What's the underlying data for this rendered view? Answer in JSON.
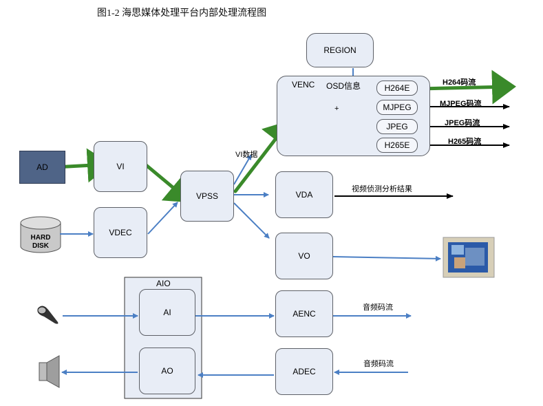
{
  "title": "图1-2  海思媒体处理平台内部处理流程图",
  "blocks": {
    "ad": "AD",
    "vi": "VI",
    "vdec": "VDEC",
    "hard_disk": "HARD\nDISK",
    "vpss": "VPSS",
    "region": "REGION",
    "venc": "VENC",
    "osd": "OSD信息",
    "plus": "+",
    "h264e": "H264E",
    "mjpeg": "MJPEG",
    "jpeg": "JPEG",
    "h265e": "H265E",
    "vda": "VDA",
    "vo": "VO",
    "aio": "AIO",
    "ai": "AI",
    "ao": "AO",
    "aenc": "AENC",
    "adec": "ADEC"
  },
  "labels": {
    "vi_data": "VI数据",
    "h264_stream": "H264码流",
    "mjpeg_stream": "MJPEG码流",
    "jpeg_stream": "JPEG码流",
    "h265_stream": "H265码流",
    "vda_result": "视频侦测分析结果",
    "audio_stream_out": "音频码流",
    "audio_stream_in": "音频码流"
  },
  "icons": {
    "disk": "hard-disk-icon",
    "monitor": "monitor-icon",
    "mic": "microphone-icon",
    "speaker": "speaker-icon"
  },
  "colors": {
    "block_fill": "#e8edf6",
    "ad_fill": "#4f6487",
    "blue_arrow": "#4b7fc4",
    "green_arrow": "#3a8a2a",
    "black_arrow": "#000000"
  }
}
